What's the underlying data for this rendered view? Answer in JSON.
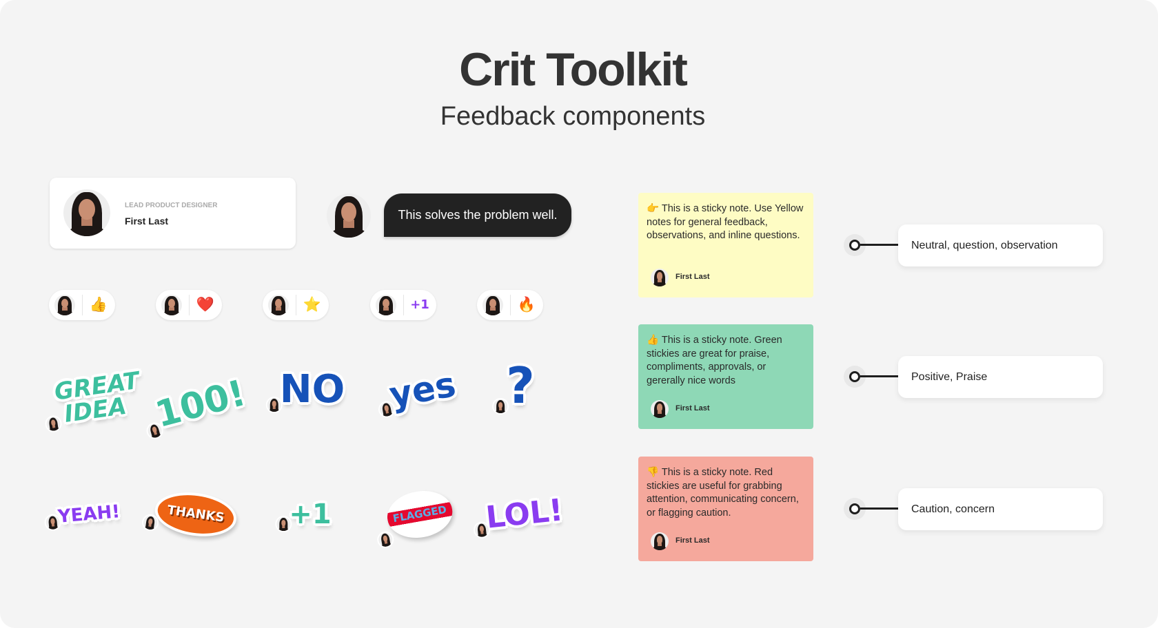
{
  "header": {
    "title": "Crit Toolkit",
    "subtitle": "Feedback components"
  },
  "profile_card": {
    "role": "LEAD PRODUCT DESIGNER",
    "name": "First Last"
  },
  "comment_bubble": {
    "text": "This solves the problem well."
  },
  "reactions": [
    {
      "icon": "thumbs-up-icon",
      "glyph": "👍"
    },
    {
      "icon": "heart-icon",
      "glyph": "❤️"
    },
    {
      "icon": "star-icon",
      "glyph": "⭐"
    },
    {
      "icon": "plus-one-icon",
      "glyph": "+1"
    },
    {
      "icon": "fire-icon",
      "glyph": "🔥"
    }
  ],
  "stickers": {
    "row1": [
      {
        "text": "GREAT IDEA",
        "color": "#3dbf9e"
      },
      {
        "text": "100!",
        "color": "#3dbf9e"
      },
      {
        "text": "NO",
        "color": "#1652b8"
      },
      {
        "text": "yes",
        "color": "#1652b8"
      },
      {
        "text": "?",
        "color": "#1652b8"
      }
    ],
    "row2": [
      {
        "text": "YEAH!",
        "color": "#8a3cf0"
      },
      {
        "text": "THANKS",
        "color": "#ee6414"
      },
      {
        "text": "+1",
        "color": "#3dbf9e"
      },
      {
        "text": "FLAGGED",
        "color": "#5aaee8"
      },
      {
        "text": "LOL!",
        "color": "#8a3cf0"
      }
    ]
  },
  "sticky_notes": [
    {
      "emoji": "👉",
      "text": "This is a sticky note. Use Yellow notes for general feedback, observations, and inline questions.",
      "author": "First Last",
      "color": "#fefcc4"
    },
    {
      "emoji": "👍",
      "text": "This is a sticky note. Green stickies are great for praise, compliments, approvals, or gererally nice words",
      "author": "First Last",
      "color": "#8ed8b6"
    },
    {
      "emoji": "👎",
      "text": "This is a sticky note. Red stickies are useful for grabbing attention, communicating concern, or flagging caution.",
      "author": "First Last",
      "color": "#f5a89c"
    }
  ],
  "legend": [
    {
      "label": "Neutral, question, observation"
    },
    {
      "label": "Positive, Praise"
    },
    {
      "label": "Caution, concern"
    }
  ]
}
